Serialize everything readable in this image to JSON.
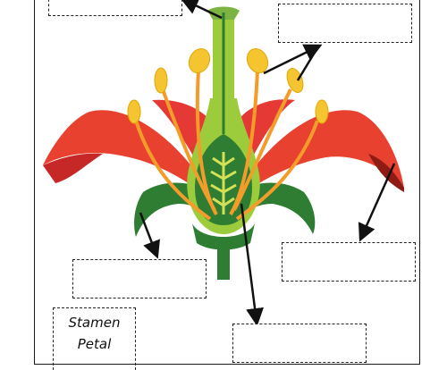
{
  "word_bank": {
    "words": [
      "Stamen",
      "Petal"
    ]
  },
  "label_boxes": [
    {
      "id": "top-left",
      "value": ""
    },
    {
      "id": "top-right",
      "value": ""
    },
    {
      "id": "bottom-left",
      "value": ""
    },
    {
      "id": "bottom-right",
      "value": ""
    },
    {
      "id": "bottom-center",
      "value": ""
    }
  ],
  "colors": {
    "petal": "#e8412f",
    "petal_dark": "#b71c1c",
    "sepal": "#2e7d32",
    "pistil_light": "#9ccc3c",
    "pistil_dark": "#2e7d32",
    "anther": "#f4c531",
    "filament": "#f39c2a",
    "arrow": "#111111"
  }
}
